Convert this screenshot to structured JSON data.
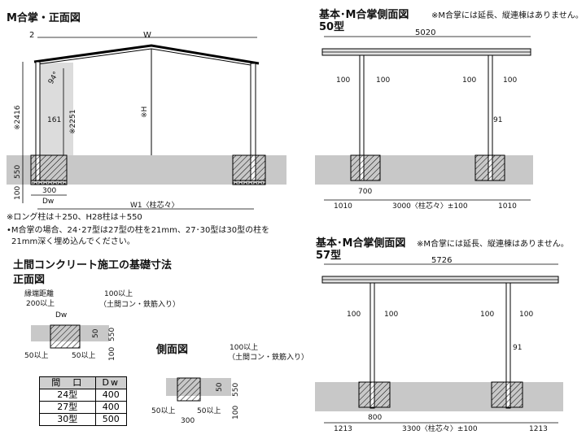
{
  "front": {
    "title": "M合掌・正面図",
    "dim_2": "2",
    "dim_w": "W",
    "angle": "94°",
    "dim_2416": "※2416",
    "dim_2251": "※2251",
    "dim_161": "161",
    "dim_h": "※H",
    "dim_550": "550",
    "dim_100": "100",
    "dim_300": "300",
    "dim_dw": "Dw",
    "dim_w1": "W1〈柱芯々〉",
    "note1": "※ロング柱は＋250、H28柱は＋550",
    "note2": "•M合掌の場合、24･27型は27型の柱を21mm、27･30型は30型の柱を",
    "note3": "21mm深く埋め込んでください。"
  },
  "side50": {
    "title": "基本･M合掌側面図",
    "subtitle": "50型",
    "note": "※M合掌には延長、縦連棟はありません。",
    "dim_total": "5020",
    "arrow1_left": "100",
    "arrow1_right": "100",
    "arrow2_left": "100",
    "arrow2_right": "100",
    "dim_91": "91",
    "dim_700": "700",
    "dim_left": "1010",
    "dim_center": "3000〈柱芯々〉±100",
    "dim_right": "1010"
  },
  "side57": {
    "title": "基本･M合掌側面図",
    "subtitle": "57型",
    "note": "※M合掌には延長、縦連棟はありません。",
    "dim_total": "5726",
    "arrow1_left": "100",
    "arrow1_right": "100",
    "arrow2_left": "100",
    "arrow2_right": "100",
    "dim_91": "91",
    "dim_800": "800",
    "dim_left": "1213",
    "dim_center": "3300〈柱芯々〉±100",
    "dim_right": "1213"
  },
  "foundation": {
    "title": "土間コンクリート施工の基礎寸法",
    "front_title": "正面図",
    "edge_label": "縁端距離",
    "edge_value": "200以上",
    "dw": "Dw",
    "conc_note1": "100以上",
    "conc_note2": "（土間コン・鉄筋入り）",
    "dim_550": "550",
    "dim_50": "50",
    "dim_100": "100",
    "left_50": "50以上",
    "right_50": "50以上",
    "side_title": "側面図",
    "side_note1": "100以上",
    "side_note2": "（土間コン・鉄筋入り）",
    "side_550": "550",
    "side_50": "50",
    "side_100": "100",
    "side_left_50": "50以上",
    "side_right_50": "50以上",
    "side_300": "300"
  },
  "dw_table": {
    "headers": [
      "間　口",
      "Dw"
    ],
    "rows": [
      [
        "24型",
        "400"
      ],
      [
        "27型",
        "400"
      ],
      [
        "30型",
        "500"
      ]
    ]
  }
}
